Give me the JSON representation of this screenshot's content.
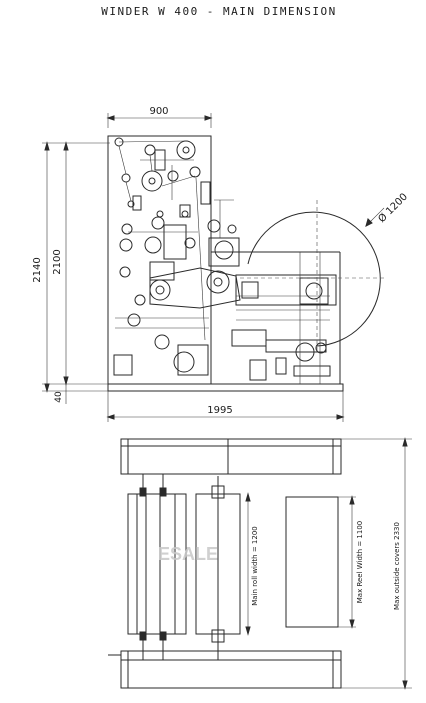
{
  "title": "WINDER W 400 - MAIN DIMENSION",
  "side_view": {
    "width_top": "900",
    "height_outer": "2140",
    "height_inner": "2100",
    "base_height": "40",
    "total_length": "1995",
    "reel_diameter": "Ø 1200"
  },
  "top_view": {
    "main_roll_width": "Main roll width = 1200",
    "max_reel_width": "Max Reel Width = 1100",
    "max_outside_covers": "Max outside covers 2330"
  },
  "watermark": "ESALE"
}
